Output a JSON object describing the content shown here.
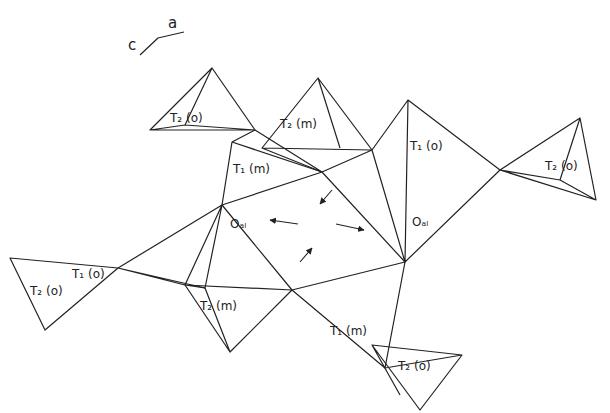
{
  "diagram": {
    "labels": [
      "c",
      "a",
      "T₂ (o)",
      "T₂ (m)",
      "T₁ (m)",
      "T₁ (o)",
      "T₂ (o)",
      "Oₐₗ",
      "Oₐₗ",
      "T₁ (o)",
      "T₂ (o)",
      "T₂ (m)",
      "T₁ (m)",
      "T₂ (o)"
    ]
  }
}
